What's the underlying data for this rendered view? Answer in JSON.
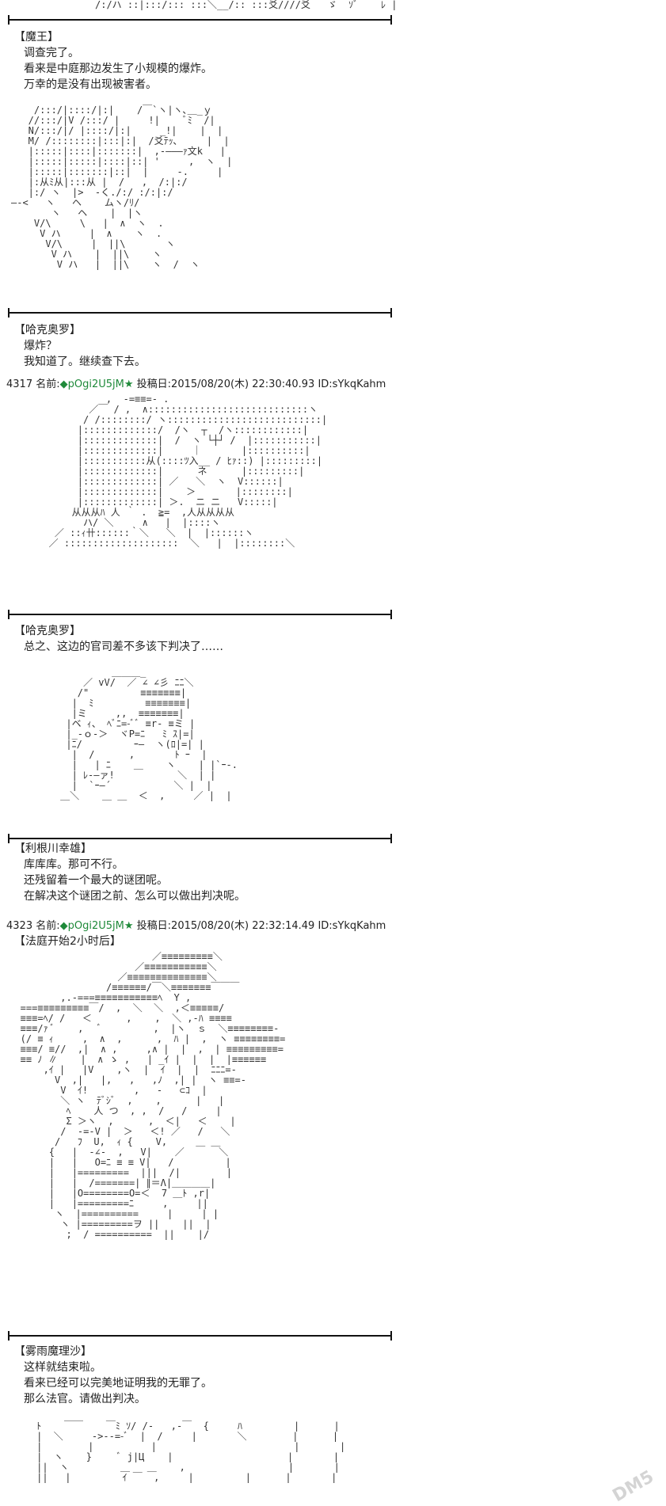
{
  "top_art": "/:/ハ ::|:::/::: :::＼__/:: :::爻////爻   ゞ  ｿﾞ    ﾚ |",
  "blocks": [
    {
      "speaker": "【魔王】",
      "lines": [
        "调查完了。",
        "看来是中庭那边发生了小规模的爆炸。",
        "万幸的是没有出现被害者。"
      ]
    },
    {
      "speaker": "【哈克奥罗】",
      "lines": [
        "爆炸？",
        "我知道了。继续查下去。"
      ]
    },
    {
      "speaker": "【哈克奥罗】",
      "lines": [
        "总之、这边的官司差不多该下判决了……"
      ]
    },
    {
      "speaker": "【利根川幸雄】",
      "lines": [
        "库库库。那可不行。",
        "还残留着一个最大的谜团呢。",
        "在解决这个谜团之前、怎么可以做出判决呢。"
      ]
    },
    {
      "speaker": "【法庭开始2小时后】",
      "lines": []
    },
    {
      "speaker": "【雾雨魔理沙】",
      "lines": [
        "这样就结束啦。",
        "看来已经可以完美地证明我的无罪了。",
        "那么法官。请做出判决。"
      ]
    }
  ],
  "posts": [
    {
      "number": "4317",
      "name_label": "名前:",
      "trip": "◆pOgi2U5jM★",
      "date_label": "投稿日:",
      "date": "2015/08/20(木) 22:30:40.93",
      "id": "ID:sYkqKahm"
    },
    {
      "number": "4323",
      "name_label": "名前:",
      "trip": "◆pOgi2U5jM★",
      "date_label": "投稿日:",
      "date": "2015/08/20(木) 22:32:14.49",
      "id": "ID:sYkqKahm"
    }
  ],
  "arts": {
    "a1": "    /:::/|::::/|:|    /￣`ヽ|ヽ､＿_ｙ\n   //:::/|V /:::/ |     !|    ﾞﾐ  /|\n   N/:::/|/ |::::/|:|     _!|    |  |\n   M/ /::::::::|:::|:|  /爻ﾃｯ､     |  |\n   |:::::|::::|:::::::|  ,-―――ｧ文k   |\n   |:::::|:::::|::::|::| '     ,  ヽ  |\n   |:::::|:::::::|::|  |     -.     |\n   |:从ﾐ从|:::从 |  /   ,  /:|:/\n   |:/ ヽ  |>  -く./:/ :/:|:/\n―‐<   ヽ   ヘ    ムヽ/ﾘ/\n       ヽ   ヘ    |  |ヽ\n    V/\\     \\   |  ∧  ヽ  .\n     V ハ     |  ∧    ヽ  .\n      V/\\     |  ||\\       ヽ\n       V ハ    |  ||\\    ヽ\n        V ハ   |  ||\\    ヽ  /  ヽ",
    "a2": "             ,  -=≡≡=- .\n          ／￣ / ,  ∧::::::::::::::::::::::::::::ヽ\n         / /::::::::/ ヽ:::::::::::::::::::::::::::|\n        |:::::::::::::/  /ヽ  ┬  /ヽ::::::::::::|\n        |:::::::::::::|  /  ヽ └┼┘ /  |:::::::::::|\n        |:::::::::::::|     ｜       |::::::::::|\n        |:::::::::::从(::::ﾂ入__ / ﾋｧ::) |:::::::::|\n        |:::::::::::::|      ネ      |:::::::::|\n        |:::::::::::::| ／   ＼  ヽ  V::::::|\n        |:::::::::::::|    ＞       |::::::::|\n        |:::::::::::::| ＞.  ニ ニ   V:::::|\n       从从从ﾊ 人 ｀ .  ≧=  ,人从从从从\n         ハ/ ＼     ∧   |  |::::ヽ\n    ／ ::ｨ卄::::::｀＼   ＼  |  |::::::ヽ\n   ／ ::::::::::::::::::::  ＼   |  |::::::::＼",
    "a3": "              ＿＿＿_\n         ／ vV/  ／ ∠ ∠彡 ﾆﾆ＼\n        /\"         ≡≡≡≡≡≡≡|\n       |  ﾐ         ≡≡≡≡≡≡≡|\n       |ミ     ,,  ≡≡≡≡≡≡≡|\n      |ベ ｨ、 ﾍﾞﾆ=-ﾞﾞ ≡r- ≡ミ |\n      |_-ｏ-＞  ヾP=ﾆ   ﾐ ｽ|=|\n      |ﾆ/         ｰ―  ヽ(ﾛ|=| |\n       |  /      ,       ﾄ ｰ  |\n       |   | ﾆ    ＿    ヽ    | |`ｰ-.\n       | ﾚ-―ァ!           ＼  | |\n       |  `ｰ―´           ＼ |  |\n     ＿＼    ＿ ＿  ＜  ,     ／ |  |",
    "a4": "                          ／≡≡≡≡≡≡≡≡≡＼\n                       ／≡≡≡≡≡≡≡≡≡≡≡＼\n                    ／≡≡≡≡≡≡≡≡≡≡≡≡≡≡＼\n                  /≡≡≡≡≡≡/￣＼≡≡≡≡≡≡≡￣￣￣\n          ,.-===≡≡≡≡≡≡≡≡≡≡≡ﾍ  Y ,\n   ===≡≡≡≡≡≡≡≡≡￣/  ,  ＼  ＼  ,＜≡≡≡≡≡/\n   ≡≡≡=ﾍ/ /   ＜      ,    ,  ＼ ,-ﾊ ≡≡≡≡\n   ≡≡≡/ｧ ﾞ    ,   ﾞ         ,  |ヽ  ｓ  ＼≡≡≡≡≡≡≡≡-\n   (/ ≡ ｨ     ,  ∧  ,      ,  ﾊ |  ,  ヽ ≡≡≡≡≡≡≡≡=\n   ≡≡≡/ ≡//  ,|  ∧ ,     ,∧ |  |  ,  | ≡≡≡≡≡≡≡≡≡=\n   ≡≡ ﾉ ∥    |  ∧ ゝ ,   | _ｲ |  |  |  |≡≡≡≡≡≡\n       ,ｲ |   |V    ,ヽ  |  ｲ  |  |  ﾆﾆﾆ=-\n         V  ,|   |,   ,   ,ﾉ  ,| |  ヽ ≡≡=-\n          V  ｲ!        ,   -   ⊂ｺ  |\n          ＼ ヽ  ﾃﾞｼﾞ  ,    ,      |   |\n           ﾍ    人 つ  , ,  /   /     |\n           Σ ＞ヽ  ,      ,  ＜|   ＜    |\n          /  -=-V |  ＞   ＜! ／   /   ＼\n         /   ﾌ  U,  ｨ {    V,     ＿ ＿\n        {   |  -∠-  ,   V|    ／      ＼\n        |   |   O=ﾆ ≡ ≡ V|   /         |\n        |   |=========  |||  /|        |\n        |   |  /=======| ∥＝Λ|＿＿＿＿|\n        |   |O========O=＜  7 ＿ﾄ ,r|\n        |   |=========ﾆ     ,     ||\n         ヽ  |==========     |     | |\n          ヽ |=========ヲ ||    ||  |\n           ;  / ==========  ||    |/",
    "a5": "     ﾄ    ￣￣    ￣ﾐ ｿ/ /-   ,-￣  {     ﾊ         |      |\n     |  ＼     ->--=-ﾞ  |  /     |       ＼        |      |\n     |        |          |                        |       |\n     |  ヽ    }     ﾞ j|Ц    |                    |       |\n     ||  ヽ         ＿   ＿    ,                  |       |\n     ||   |         ｲ ￣  ,     |         |      |       |"
  },
  "watermark": "DM5"
}
